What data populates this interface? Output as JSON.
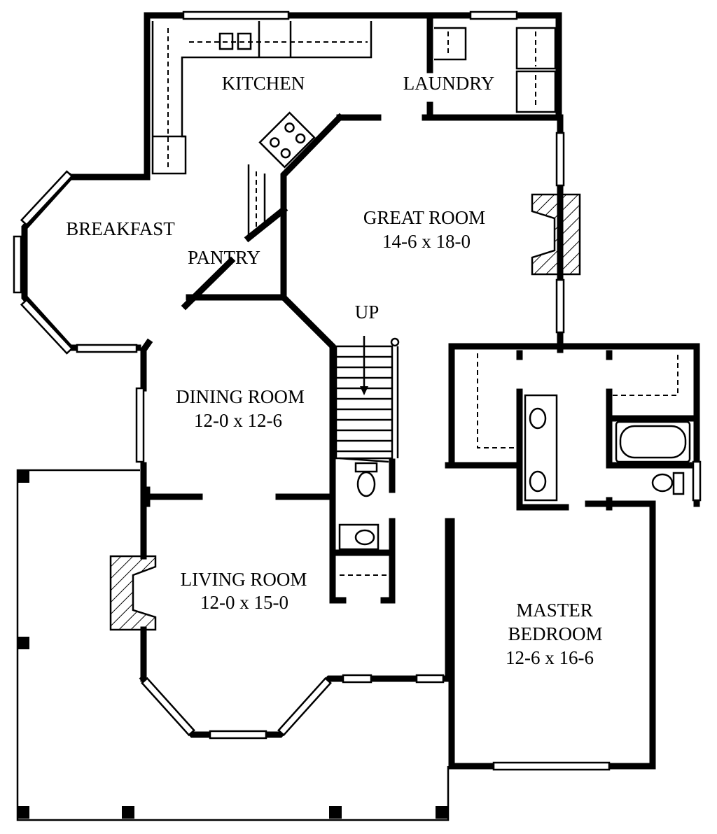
{
  "rooms": {
    "kitchen": {
      "name": "KITCHEN"
    },
    "laundry": {
      "name": "LAUNDRY"
    },
    "great_room": {
      "name": "GREAT ROOM",
      "size": "14-6 x 18-0"
    },
    "breakfast": {
      "name": "BREAKFAST"
    },
    "pantry": {
      "name": "PANTRY"
    },
    "stairs": {
      "name": "UP"
    },
    "dining_room": {
      "name": "DINING ROOM",
      "size": "12-0 x 12-6"
    },
    "living_room": {
      "name": "LIVING ROOM",
      "size": "12-0 x 15-0"
    },
    "master_bedroom": {
      "name_line1": "MASTER",
      "name_line2": "BEDROOM",
      "size": "12-6 x 16-6"
    }
  }
}
